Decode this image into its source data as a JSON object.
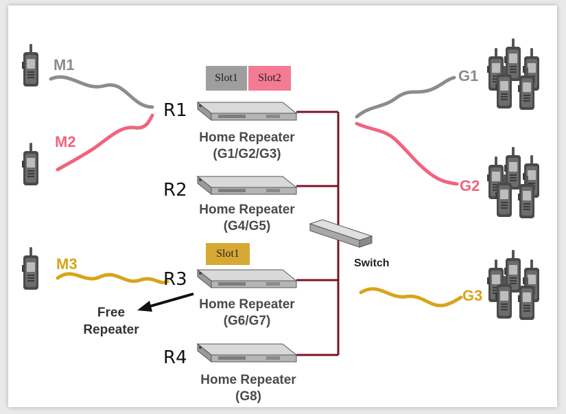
{
  "colors": {
    "gray": "#8c8c8c",
    "pink": "#f0647e",
    "gold": "#d8a41a",
    "link": "#7a1424",
    "slot_gray": "#9e9e9e",
    "slot_pink": "#f47b93",
    "slot_gold": "#d7a934"
  },
  "icons": {
    "radio": "handheld-radio-icon",
    "repeater": "rack-repeater-icon",
    "switch": "network-switch-icon"
  },
  "mobiles": {
    "m1": "M1",
    "m2": "M2",
    "m3": "M3"
  },
  "groups": {
    "g1": "G1",
    "g2": "G2",
    "g3": "G3"
  },
  "repeaters": {
    "r1": {
      "id": "R1",
      "title": "Home Repeater",
      "groups": "(G1/G2/G3)"
    },
    "r2": {
      "id": "R2",
      "title": "Home Repeater",
      "groups": "(G4/G5)"
    },
    "r3": {
      "id": "R3",
      "title": "Home Repeater",
      "groups": "(G6/G7)"
    },
    "r4": {
      "id": "R4",
      "title": "Home Repeater",
      "groups": "(G8)"
    }
  },
  "slots": {
    "r1_slot1": "Slot1",
    "r1_slot2": "Slot2",
    "r3_slot1": "Slot1"
  },
  "switch_label": "Switch",
  "free_repeater": {
    "line1": "Free",
    "line2": "Repeater"
  }
}
